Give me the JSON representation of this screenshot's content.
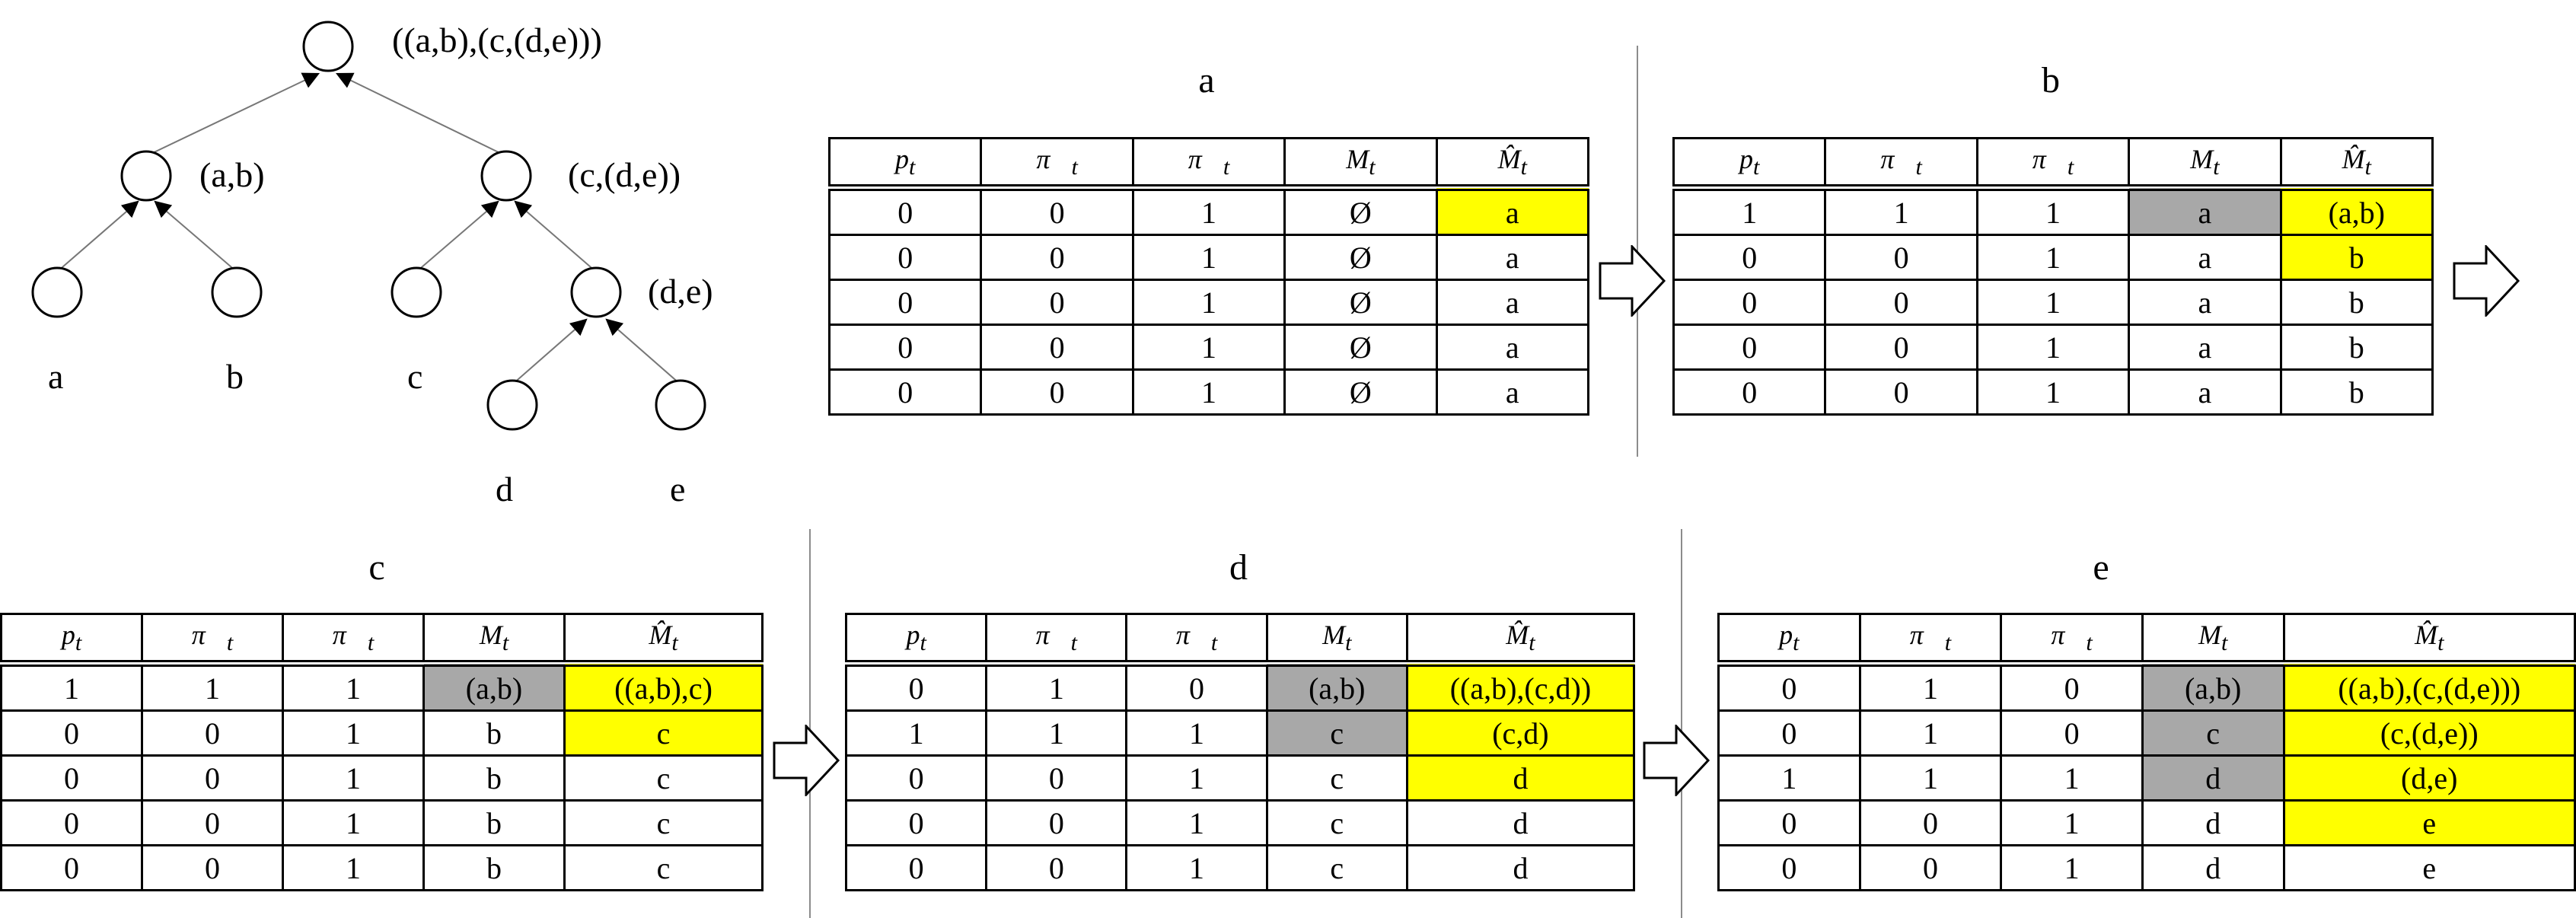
{
  "tree": {
    "root_label": "((a,b),(c,(d,e)))",
    "nodes": [
      {
        "id": "ab",
        "label": "(a,b)"
      },
      {
        "id": "cde",
        "label": "(c,(d,e))"
      },
      {
        "id": "de",
        "label": "(d,e)"
      }
    ],
    "leaves": [
      "a",
      "b",
      "c",
      "d",
      "e"
    ]
  },
  "headers": [
    "p",
    "π",
    "π",
    "M",
    "M̂"
  ],
  "header_sub": "t",
  "panels": [
    {
      "title": "a",
      "rows": [
        [
          {
            "v": "0"
          },
          {
            "v": "0"
          },
          {
            "v": "1"
          },
          {
            "v": "Ø"
          },
          {
            "v": "a",
            "h": "y"
          }
        ],
        [
          {
            "v": "0"
          },
          {
            "v": "0"
          },
          {
            "v": "1"
          },
          {
            "v": "Ø"
          },
          {
            "v": "a"
          }
        ],
        [
          {
            "v": "0"
          },
          {
            "v": "0"
          },
          {
            "v": "1"
          },
          {
            "v": "Ø"
          },
          {
            "v": "a"
          }
        ],
        [
          {
            "v": "0"
          },
          {
            "v": "0"
          },
          {
            "v": "1"
          },
          {
            "v": "Ø"
          },
          {
            "v": "a"
          }
        ],
        [
          {
            "v": "0"
          },
          {
            "v": "0"
          },
          {
            "v": "1"
          },
          {
            "v": "Ø"
          },
          {
            "v": "a"
          }
        ]
      ]
    },
    {
      "title": "b",
      "rows": [
        [
          {
            "v": "1"
          },
          {
            "v": "1"
          },
          {
            "v": "1"
          },
          {
            "v": "a",
            "h": "g"
          },
          {
            "v": "(a,b)",
            "h": "y"
          }
        ],
        [
          {
            "v": "0"
          },
          {
            "v": "0"
          },
          {
            "v": "1"
          },
          {
            "v": "a"
          },
          {
            "v": "b",
            "h": "y"
          }
        ],
        [
          {
            "v": "0"
          },
          {
            "v": "0"
          },
          {
            "v": "1"
          },
          {
            "v": "a"
          },
          {
            "v": "b"
          }
        ],
        [
          {
            "v": "0"
          },
          {
            "v": "0"
          },
          {
            "v": "1"
          },
          {
            "v": "a"
          },
          {
            "v": "b"
          }
        ],
        [
          {
            "v": "0"
          },
          {
            "v": "0"
          },
          {
            "v": "1"
          },
          {
            "v": "a"
          },
          {
            "v": "b"
          }
        ]
      ]
    },
    {
      "title": "c",
      "rows": [
        [
          {
            "v": "1"
          },
          {
            "v": "1"
          },
          {
            "v": "1"
          },
          {
            "v": "(a,b)",
            "h": "g"
          },
          {
            "v": "((a,b),c)",
            "h": "y"
          }
        ],
        [
          {
            "v": "0"
          },
          {
            "v": "0"
          },
          {
            "v": "1"
          },
          {
            "v": "b"
          },
          {
            "v": "c",
            "h": "y"
          }
        ],
        [
          {
            "v": "0"
          },
          {
            "v": "0"
          },
          {
            "v": "1"
          },
          {
            "v": "b"
          },
          {
            "v": "c"
          }
        ],
        [
          {
            "v": "0"
          },
          {
            "v": "0"
          },
          {
            "v": "1"
          },
          {
            "v": "b"
          },
          {
            "v": "c"
          }
        ],
        [
          {
            "v": "0"
          },
          {
            "v": "0"
          },
          {
            "v": "1"
          },
          {
            "v": "b"
          },
          {
            "v": "c"
          }
        ]
      ]
    },
    {
      "title": "d",
      "rows": [
        [
          {
            "v": "0"
          },
          {
            "v": "1"
          },
          {
            "v": "0"
          },
          {
            "v": "(a,b)",
            "h": "g"
          },
          {
            "v": "((a,b),(c,d))",
            "h": "y"
          }
        ],
        [
          {
            "v": "1"
          },
          {
            "v": "1"
          },
          {
            "v": "1"
          },
          {
            "v": "c",
            "h": "g"
          },
          {
            "v": "(c,d)",
            "h": "y"
          }
        ],
        [
          {
            "v": "0"
          },
          {
            "v": "0"
          },
          {
            "v": "1"
          },
          {
            "v": "c"
          },
          {
            "v": "d",
            "h": "y"
          }
        ],
        [
          {
            "v": "0"
          },
          {
            "v": "0"
          },
          {
            "v": "1"
          },
          {
            "v": "c"
          },
          {
            "v": "d"
          }
        ],
        [
          {
            "v": "0"
          },
          {
            "v": "0"
          },
          {
            "v": "1"
          },
          {
            "v": "c"
          },
          {
            "v": "d"
          }
        ]
      ]
    },
    {
      "title": "e",
      "rows": [
        [
          {
            "v": "0"
          },
          {
            "v": "1"
          },
          {
            "v": "0"
          },
          {
            "v": "(a,b)",
            "h": "g"
          },
          {
            "v": "((a,b),(c,(d,e)))",
            "h": "y"
          }
        ],
        [
          {
            "v": "0"
          },
          {
            "v": "1"
          },
          {
            "v": "0"
          },
          {
            "v": "c",
            "h": "g"
          },
          {
            "v": "(c,(d,e))",
            "h": "y"
          }
        ],
        [
          {
            "v": "1"
          },
          {
            "v": "1"
          },
          {
            "v": "1"
          },
          {
            "v": "d",
            "h": "g"
          },
          {
            "v": "(d,e)",
            "h": "y"
          }
        ],
        [
          {
            "v": "0"
          },
          {
            "v": "0"
          },
          {
            "v": "1"
          },
          {
            "v": "d"
          },
          {
            "v": "e",
            "h": "y"
          }
        ],
        [
          {
            "v": "0"
          },
          {
            "v": "0"
          },
          {
            "v": "1"
          },
          {
            "v": "d"
          },
          {
            "v": "e"
          }
        ]
      ]
    }
  ],
  "colors": {
    "yellow": "#ffff00",
    "gray": "#a8a8a8"
  }
}
